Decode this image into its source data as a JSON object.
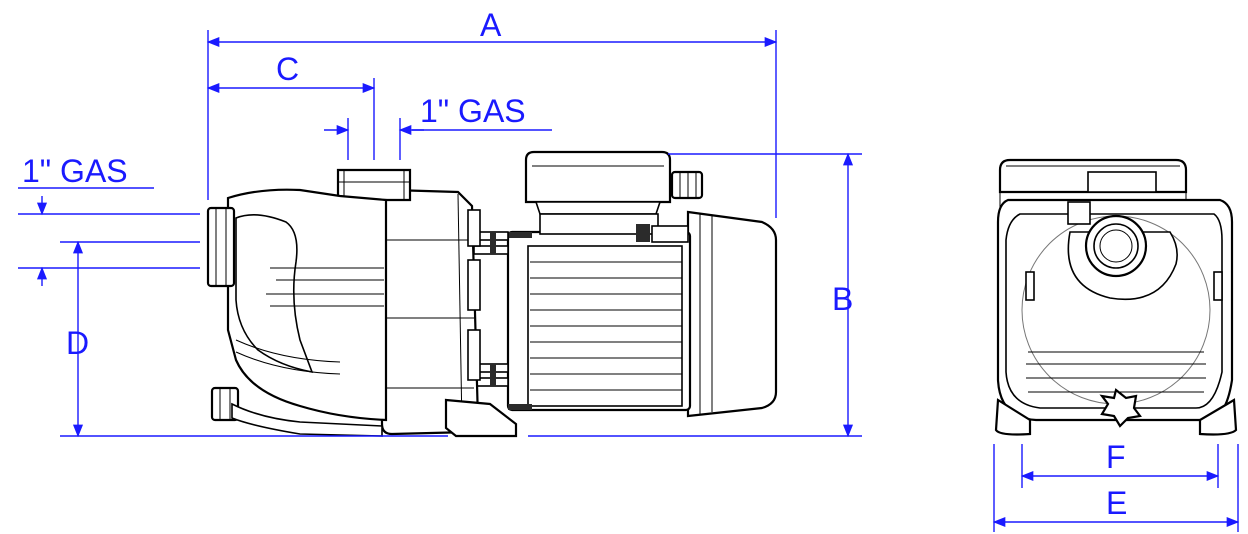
{
  "colors": {
    "dimension": "#1a1aff",
    "outline": "#000000",
    "background": "#ffffff"
  },
  "labels": {
    "a": "A",
    "b": "B",
    "c": "C",
    "d": "D",
    "e": "E",
    "f": "F",
    "gas_top": "1\" GAS",
    "gas_side": "1\" GAS"
  }
}
